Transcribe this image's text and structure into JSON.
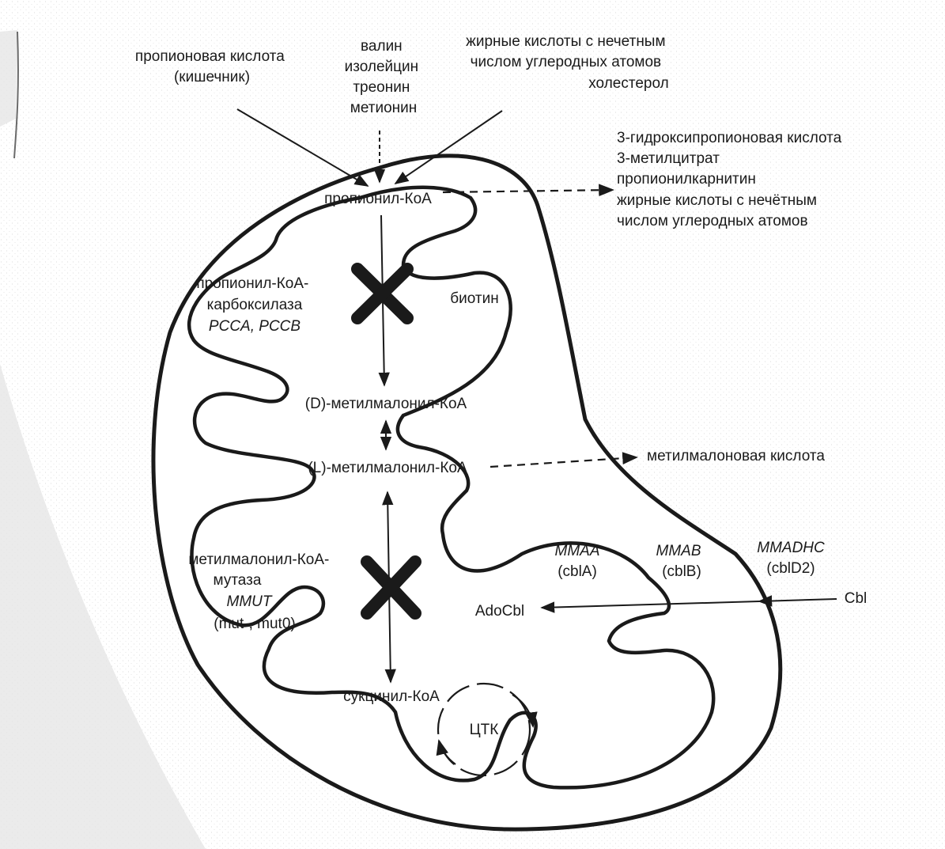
{
  "colors": {
    "ink": "#1a1a1a",
    "paper": "#ffffff",
    "speckle": "#e3e3e3"
  },
  "inputs": {
    "propionic": [
      "пропионовая кислота",
      "(кишечник)"
    ],
    "amino_acids": [
      "валин",
      "изолейцин",
      "треонин",
      "метионин"
    ],
    "fatty": [
      "жирные кислоты с нечетным",
      "числом углеродных атомов",
      "холестерол"
    ]
  },
  "metabolites": {
    "propionyl_coa": "пропионил-КоА",
    "d_mm_coa": "(D)-метилмалонил-КоА",
    "l_mm_coa": "(L)-метилмалонил-КоА",
    "succinyl_coa": "сукцинил-КоА",
    "tca": "ЦТК",
    "adocbl": "AdoCbl",
    "cbl": "Cbl"
  },
  "byproducts_propionyl": [
    "3-гидроксипропионовая кислота",
    "3-метилцитрат",
    "пропионилкарнитин",
    "жирные кислоты с нечётным",
    "числом углеродных атомов"
  ],
  "byproduct_mma": "метилмалоновая кислота",
  "enzymes": {
    "pcc": [
      "пропионил-КоА-",
      "карбоксилаза"
    ],
    "pcc_genes": "PCCA, PCCB",
    "biotin": "биотин",
    "mut": [
      "метилмалонил-КоА-",
      "мутаза"
    ],
    "mut_gene": "MMUT",
    "mut_types": "(mut-, mut0)",
    "mmaa": "MMAA",
    "mmaa_group": "(cblA)",
    "mmab": "MMAB",
    "mmab_group": "(cblB)",
    "mmadhc": "MMADHC",
    "mmadhc_group": "(cblD2)"
  }
}
